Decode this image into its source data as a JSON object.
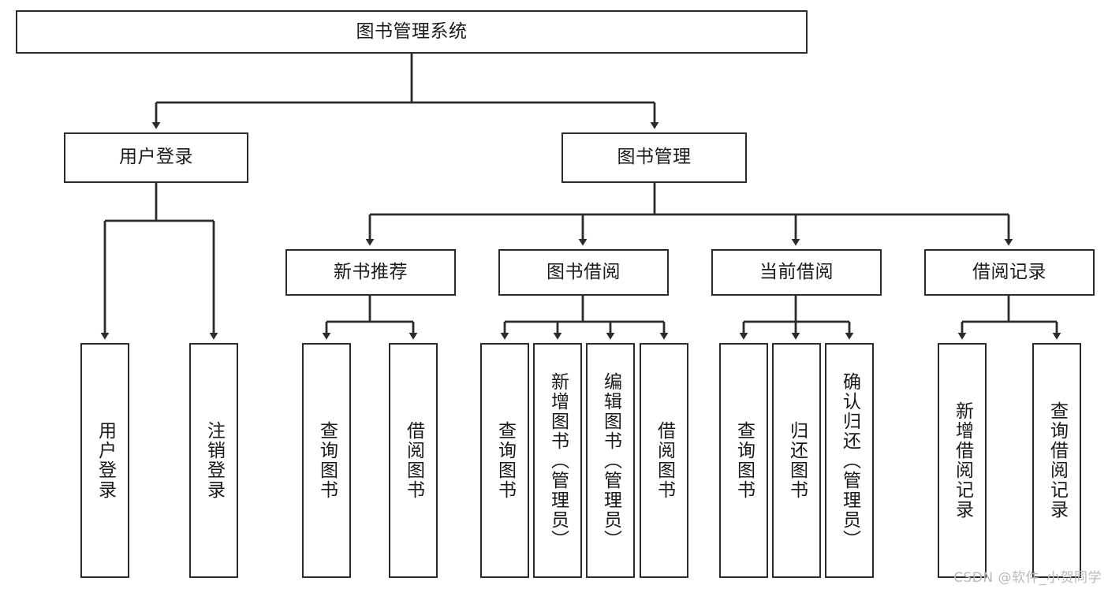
{
  "diagram": {
    "title": "图书管理系统",
    "type": "tree-hierarchy-diagram",
    "theme": {
      "stroke": "#2b2b2b",
      "fill": "#ffffff",
      "text": "#1a1a1a",
      "watermark_color": "#b9b9b9",
      "background": "#ffffff"
    },
    "levels": {
      "root": {
        "label": "图书管理系统"
      },
      "level2": [
        {
          "id": "user-login",
          "label": "用户登录"
        },
        {
          "id": "book-manage",
          "label": "图书管理"
        }
      ],
      "level3": [
        {
          "id": "new-book-rec",
          "label": "新书推荐"
        },
        {
          "id": "book-borrow",
          "label": "图书借阅"
        },
        {
          "id": "current-borrow",
          "label": "当前借阅"
        },
        {
          "id": "borrow-record",
          "label": "借阅记录"
        }
      ],
      "leaves": [
        {
          "id": "leaf-user-login",
          "label": "用户登录",
          "parent": "user-login"
        },
        {
          "id": "leaf-user-logout",
          "label": "注销登录",
          "parent": "user-login"
        },
        {
          "id": "leaf-query-book-1",
          "label": "查询图书",
          "parent": "new-book-rec"
        },
        {
          "id": "leaf-borrow-book-1",
          "label": "借阅图书",
          "parent": "new-book-rec"
        },
        {
          "id": "leaf-query-book-2",
          "label": "查询图书",
          "parent": "book-borrow"
        },
        {
          "id": "leaf-add-book",
          "label": "新增图书（管理员）",
          "parent": "book-borrow"
        },
        {
          "id": "leaf-edit-book",
          "label": "编辑图书（管理员）",
          "parent": "book-borrow"
        },
        {
          "id": "leaf-borrow-book-2",
          "label": "借阅图书",
          "parent": "book-borrow"
        },
        {
          "id": "leaf-query-book-3",
          "label": "查询图书",
          "parent": "current-borrow"
        },
        {
          "id": "leaf-return-book",
          "label": "归还图书",
          "parent": "current-borrow"
        },
        {
          "id": "leaf-confirm-return",
          "label": "确认归还（管理员）",
          "parent": "current-borrow"
        },
        {
          "id": "leaf-add-record",
          "label": "新增借阅记录",
          "parent": "borrow-record"
        },
        {
          "id": "leaf-query-record",
          "label": "查询借阅记录",
          "parent": "borrow-record"
        }
      ]
    },
    "watermark": "CSDN @软件_小贺同学"
  }
}
